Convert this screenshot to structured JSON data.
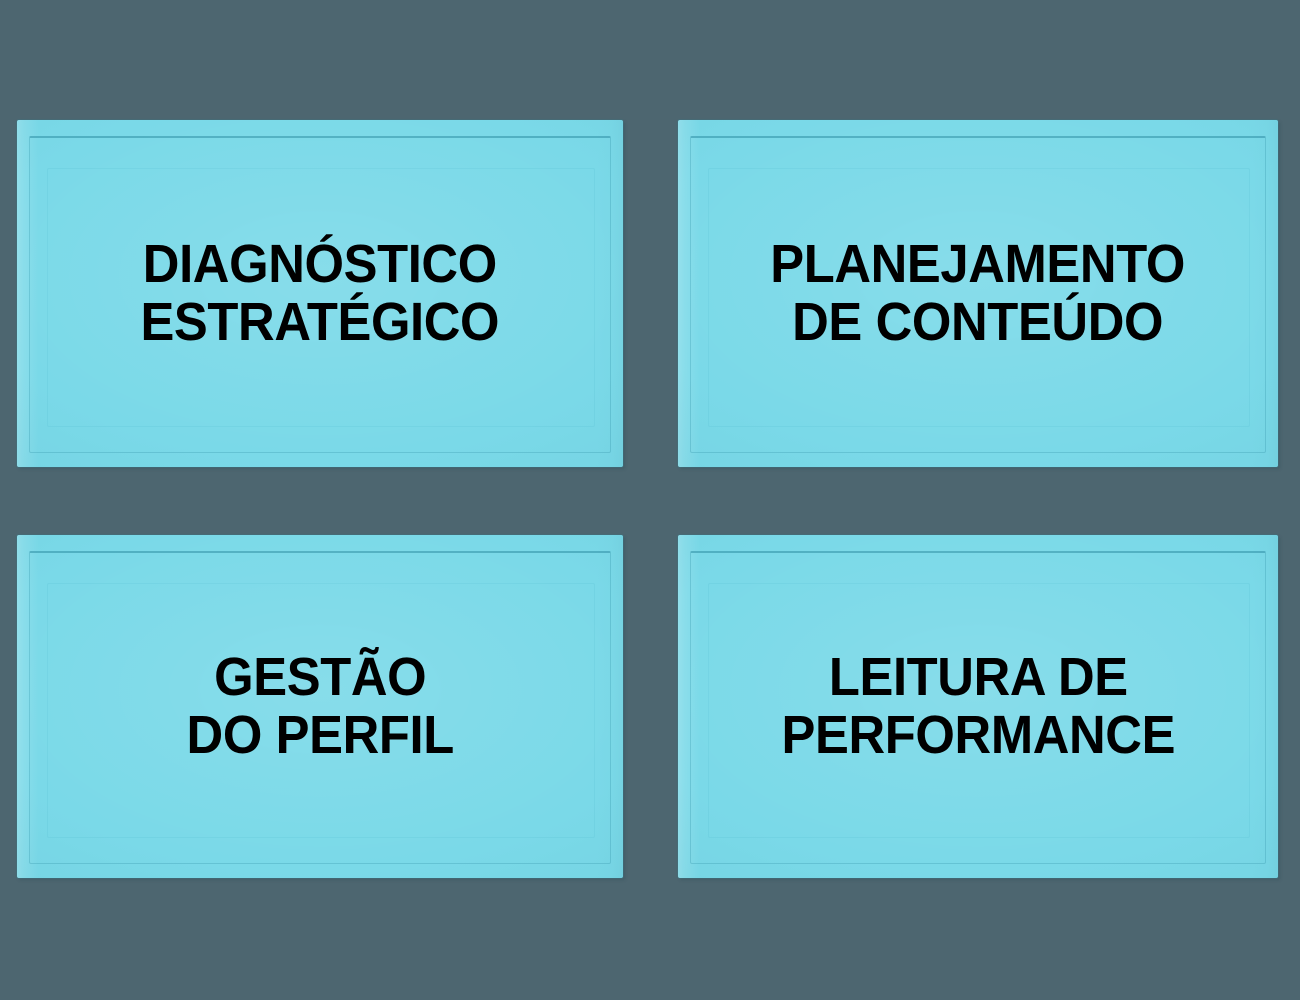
{
  "page": {
    "background_color": "#4d6670",
    "card_color": "#7ad9e8",
    "text_color": "#000000",
    "layout": "2x2-grid"
  },
  "cards": [
    {
      "id": "diagnostico-estrategico",
      "label": "DIAGNÓSTICO\nESTRATÉGICO",
      "line1": "DIAGNÓSTICO",
      "line2": "ESTRATÉGICO",
      "row": 1,
      "column": 1
    },
    {
      "id": "planejamento-de-conteudo",
      "label": "PLANEJAMENTO\nDE CONTEÚDO",
      "line1": "PLANEJAMENTO",
      "line2": "DE CONTEÚDO",
      "row": 1,
      "column": 2
    },
    {
      "id": "gestao-do-perfil",
      "label": "GESTÃO\nDO PERFIL",
      "line1": "GESTÃO",
      "line2": "DO PERFIL",
      "row": 2,
      "column": 1
    },
    {
      "id": "leitura-de-performance",
      "label": "LEITURA DE\nPERFORMANCE",
      "line1": "LEITURA DE",
      "line2": "PERFORMANCE",
      "row": 2,
      "column": 2
    }
  ]
}
